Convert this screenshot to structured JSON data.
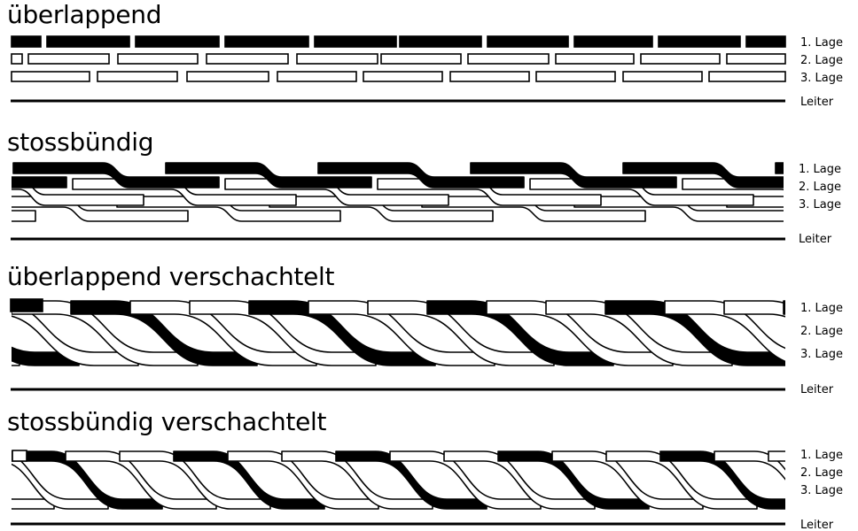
{
  "panels": [
    {
      "title": "überlappend",
      "layers": [
        "1. Lage",
        "2. Lage",
        "3. Lage"
      ],
      "conductor": "Leiter"
    },
    {
      "title": "stossbündig",
      "layers": [
        "1. Lage",
        "2. Lage",
        "3. Lage"
      ],
      "conductor": "Leiter"
    },
    {
      "title": "überlappend verschachtelt",
      "layers": [
        "1. Lage",
        "2. Lage",
        "3. Lage"
      ],
      "conductor": "Leiter"
    },
    {
      "title": "stossbündig verschachtelt",
      "layers": [
        "1. Lage",
        "2. Lage",
        "3. Lage"
      ],
      "conductor": "Leiter"
    }
  ],
  "colors": {
    "ink": "#000000",
    "paper": "#ffffff"
  }
}
